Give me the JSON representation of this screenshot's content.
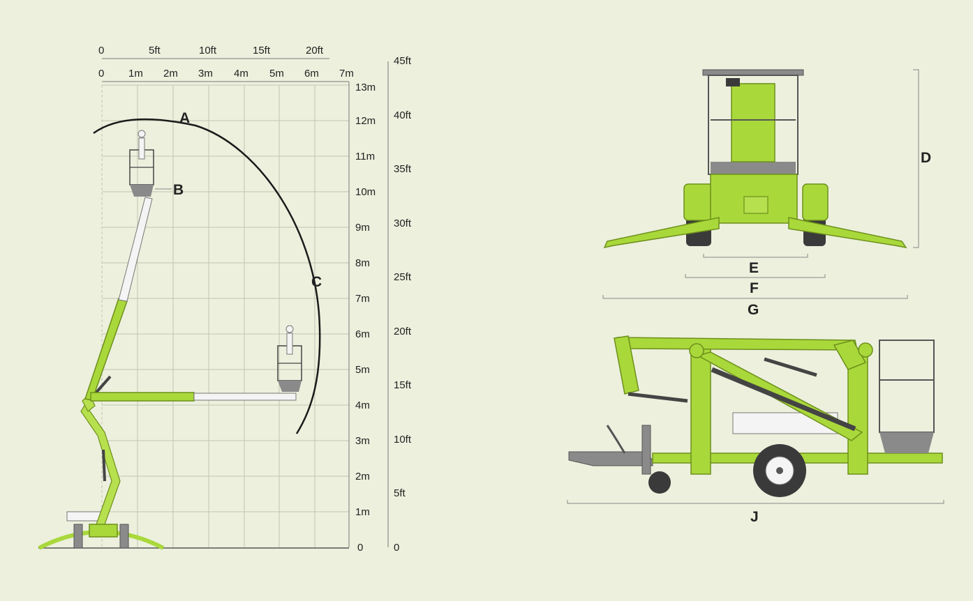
{
  "left_diagram": {
    "top_ft_ticks": [
      "0",
      "5ft",
      "10ft",
      "15ft",
      "20ft"
    ],
    "top_m_ticks": [
      "0",
      "1m",
      "2m",
      "3m",
      "4m",
      "5m",
      "6m",
      "7m"
    ],
    "right_m_ticks": [
      "0",
      "1m",
      "2m",
      "3m",
      "4m",
      "5m",
      "6m",
      "7m",
      "8m",
      "9m",
      "10m",
      "11m",
      "12m",
      "13m"
    ],
    "right_ft_ticks": [
      "0",
      "5ft",
      "10ft",
      "15ft",
      "20ft",
      "25ft",
      "30ft",
      "35ft",
      "40ft",
      "45ft"
    ],
    "labels": {
      "a": "A",
      "b": "B",
      "c": "C"
    }
  },
  "front_view": {
    "labels": {
      "d": "D",
      "e": "E",
      "f": "F",
      "g": "G"
    }
  },
  "side_view": {
    "labels": {
      "j": "J"
    }
  },
  "colors": {
    "background": "#ecf0dd",
    "machine_green": "#a9d83b",
    "grid": "#bfc5b0"
  }
}
